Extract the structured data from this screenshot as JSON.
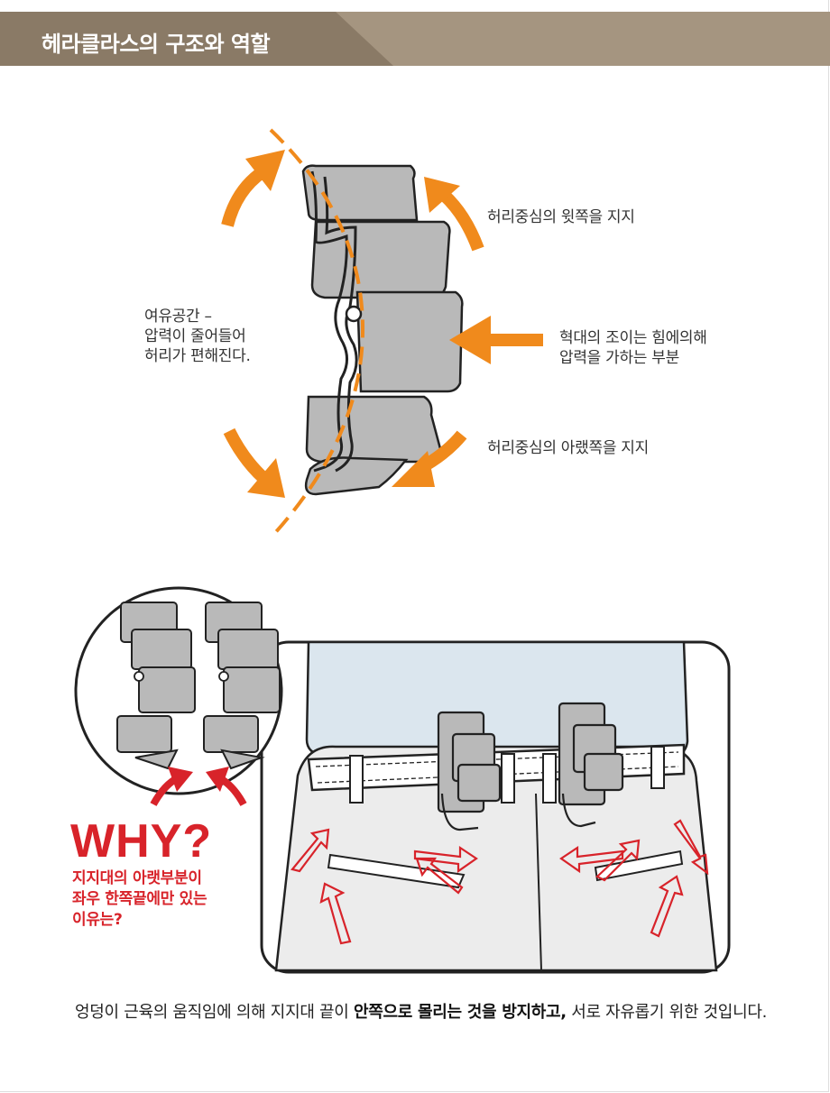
{
  "header": {
    "title": "헤라클라스의 구조와 역할"
  },
  "diagram": {
    "label_top": "허리중심의 윗쪽을 지지",
    "label_left": "여유공간 –\n압력이 줄어들어\n허리가 편해진다.",
    "label_right": "혁대의 조이는 힘에의해\n압력을 가하는 부분",
    "label_bottom": "허리중심의 아랬쪽을 지지"
  },
  "why": {
    "title": "WHY?",
    "subtitle": "지지대의 아랫부분이\n좌우 한쪽끝에만 있는\n이유는?"
  },
  "caption": {
    "part1": "엉덩이 근육의 움직임에 의해 지지대 끝이 ",
    "bold": "안쪽으로 몰리는 것을 방지하고,",
    "part2": " 서로 자유롭기 위한 것입니다."
  },
  "colors": {
    "header_dark": "#8a7a66",
    "header_light": "#a59580",
    "accent_orange": "#f08a1c",
    "arrow_red": "#d8232a",
    "part_gray": "#b9b9b9",
    "shirt_blue": "#dbe6ee"
  },
  "icons": [
    "curved-arrow-icon",
    "straight-arrow-icon"
  ]
}
